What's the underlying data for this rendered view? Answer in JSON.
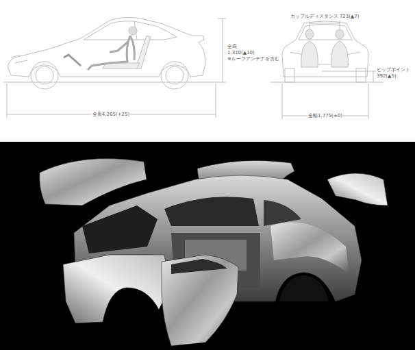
{
  "diagram": {
    "labels": [
      "全高",
      "1,310(▲10)",
      "※ルーフアンテナを含む",
      "全長4,265(+25)",
      "カップルディスタンス 723(▲7)",
      "ヒップポイント",
      "392(▲5)",
      "全幅1,775(±0)"
    ]
  }
}
